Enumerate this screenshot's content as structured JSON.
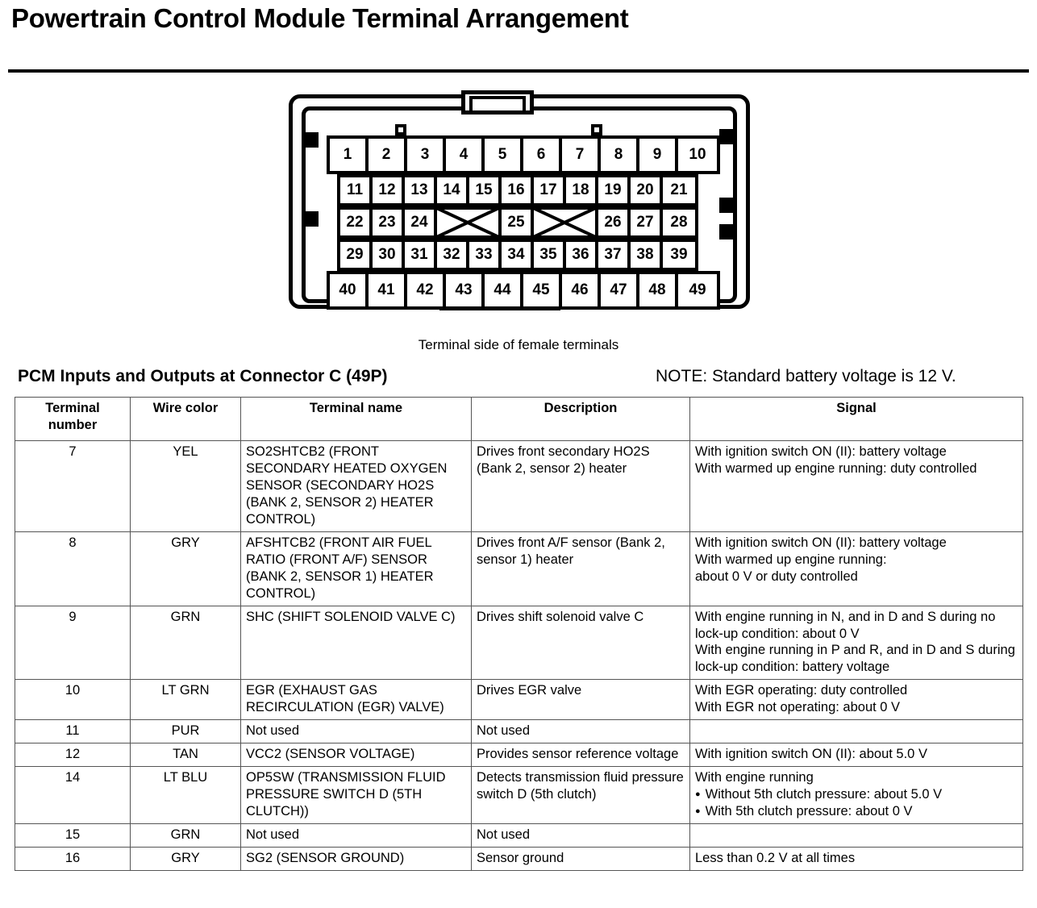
{
  "page": {
    "title": "Powertrain Control Module Terminal Arrangement"
  },
  "connector": {
    "caption": "Terminal side of female terminals",
    "rows": [
      {
        "name": "row-a",
        "cells": [
          "1",
          "2",
          "3",
          "4",
          "5",
          "6",
          "7",
          "8",
          "9",
          "10"
        ]
      },
      {
        "name": "row-b",
        "cells": [
          "11",
          "12",
          "13",
          "14",
          "15",
          "16",
          "17",
          "18",
          "19",
          "20",
          "21"
        ]
      },
      {
        "name": "row-c",
        "cells": [
          "22",
          "23",
          "24",
          "",
          "25",
          "",
          "26",
          "27",
          "28"
        ]
      },
      {
        "name": "row-d",
        "cells": [
          "29",
          "30",
          "31",
          "32",
          "33",
          "34",
          "35",
          "36",
          "37",
          "38",
          "39"
        ]
      },
      {
        "name": "row-e",
        "cells": [
          "40",
          "41",
          "42",
          "43",
          "44",
          "45",
          "46",
          "47",
          "48",
          "49"
        ]
      }
    ]
  },
  "section": {
    "heading": "PCM Inputs and Outputs at Connector C (49P)",
    "note": "NOTE: Standard battery voltage is 12 V."
  },
  "table": {
    "headers": {
      "terminal_number_line1": "Terminal",
      "terminal_number_line2": "number",
      "wire_color": "Wire color",
      "terminal_name": "Terminal name",
      "description": "Description",
      "signal": "Signal"
    },
    "rows": [
      {
        "terminal": "7",
        "wire_color": "YEL",
        "terminal_name": "SO2SHTCB2 (FRONT SECONDARY HEATED OXYGEN SENSOR (SECONDARY HO2S (BANK 2, SENSOR 2) HEATER CONTROL)",
        "description": "Drives front secondary HO2S (Bank 2, sensor 2) heater",
        "signal_lines": [
          "With ignition switch ON (II): battery voltage",
          "With warmed up engine running: duty controlled"
        ]
      },
      {
        "terminal": "8",
        "wire_color": "GRY",
        "terminal_name": "AFSHTCB2 (FRONT AIR FUEL RATIO (FRONT A/F) SENSOR (BANK 2, SENSOR 1) HEATER CONTROL)",
        "description": "Drives front A/F sensor (Bank 2, sensor 1) heater",
        "signal_lines": [
          "With ignition switch ON (II): battery voltage",
          "With warmed up engine running:",
          "about 0 V or duty controlled"
        ]
      },
      {
        "terminal": "9",
        "wire_color": "GRN",
        "terminal_name": "SHC (SHIFT SOLENOID VALVE C)",
        "description": "Drives shift solenoid valve C",
        "signal_lines": [
          "With engine running in N, and in D and S during no lock-up condition: about 0 V",
          "With engine running in P and R, and in D and S during lock-up condition: battery voltage"
        ]
      },
      {
        "terminal": "10",
        "wire_color": "LT GRN",
        "terminal_name": "EGR (EXHAUST GAS RECIRCULATION (EGR) VALVE)",
        "description": "Drives EGR valve",
        "signal_lines": [
          "With EGR operating: duty controlled",
          "With EGR not operating: about 0 V"
        ]
      },
      {
        "terminal": "11",
        "wire_color": "PUR",
        "terminal_name": "Not used",
        "description": "Not used",
        "signal_lines": []
      },
      {
        "terminal": "12",
        "wire_color": "TAN",
        "terminal_name": "VCC2 (SENSOR VOLTAGE)",
        "description": "Provides sensor reference voltage",
        "signal_lines": [
          "With ignition switch ON (II): about 5.0 V"
        ]
      },
      {
        "terminal": "14",
        "wire_color": "LT BLU",
        "terminal_name": "OP5SW (TRANSMISSION FLUID PRESSURE SWITCH D (5TH CLUTCH))",
        "description": "Detects transmission fluid pressure switch D (5th clutch)",
        "signal_lines": [
          "With engine running"
        ],
        "signal_bullets": [
          "Without 5th clutch pressure: about 5.0 V",
          "With 5th clutch pressure: about 0 V"
        ]
      },
      {
        "terminal": "15",
        "wire_color": "GRN",
        "terminal_name": "Not used",
        "description": "Not used",
        "signal_lines": []
      },
      {
        "terminal": "16",
        "wire_color": "GRY",
        "terminal_name": "SG2 (SENSOR GROUND)",
        "description": "Sensor ground",
        "signal_lines": [
          "Less than 0.2 V at all times"
        ]
      }
    ]
  }
}
